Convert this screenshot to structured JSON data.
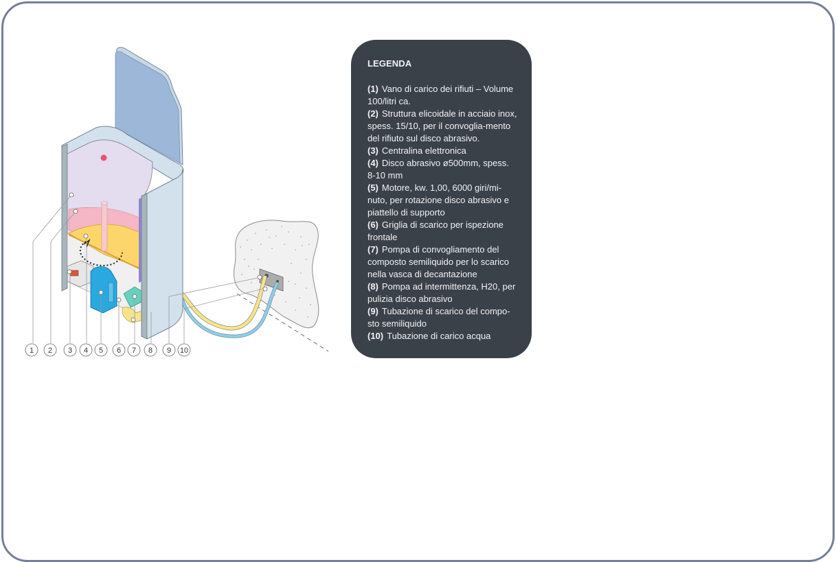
{
  "legend": {
    "title": "LEGENDA",
    "background": "#3b4149",
    "items": [
      {
        "num": "(1)",
        "text": "Vano di carico dei rifiuti – Volume 100/litri ca."
      },
      {
        "num": "(2)",
        "text": "Struttura elicoidale in acciaio inox, spess. 15/10, per il convoglia-mento del rifiuto sul disco abrasivo."
      },
      {
        "num": "(3)",
        "text": "Centralina elettronica"
      },
      {
        "num": "(4)",
        "text": "Disco abrasivo ø500mm, spess. 8-10 mm"
      },
      {
        "num": "(5)",
        "text": "Motore, kw. 1,00, 6000 giri/mi-nuto, per rotazione disco abrasivo e piattello di supporto"
      },
      {
        "num": "(6)",
        "text": "Griglia di scarico per ispezione frontale"
      },
      {
        "num": "(7)",
        "text": "Pompa di convogliamento del composto semiliquido per lo scarico nella vasca di decantazione"
      },
      {
        "num": "(8)",
        "text": "Pompa ad intermittenza, H20, per pulizia disco abrasivo"
      },
      {
        "num": "(9)",
        "text": "Tubazione di scarico del compo-sto semiliquido"
      },
      {
        "num": "(10)",
        "text": "Tubazione di carico acqua"
      }
    ]
  },
  "illustration": {
    "description": "Cutaway isometric view of waste grinding machine connected to wall drain",
    "callouts": [
      "1",
      "2",
      "3",
      "4",
      "5",
      "6",
      "7",
      "8",
      "9",
      "10"
    ],
    "colors": {
      "frame_border": "#737e98",
      "lid": "#9db7d8",
      "body_side": "#d3e1ec",
      "interior": "#e3ddef",
      "helix": "#f5b6c6",
      "disc": "#fcd66a",
      "motor": "#2aa8e0",
      "pump": "#67d1bd",
      "drain_pipe": "#f5e48c",
      "water_pipe": "#8fd0ea",
      "alarm_dot": "#e8546f"
    }
  }
}
